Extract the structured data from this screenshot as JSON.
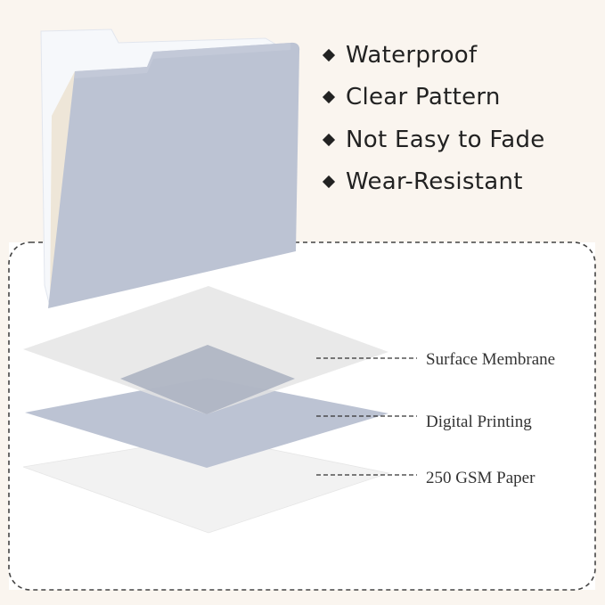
{
  "features": [
    {
      "label": "Waterproof"
    },
    {
      "label": "Clear Pattern"
    },
    {
      "label": "Not Easy to Fade"
    },
    {
      "label": "Wear-Resistant"
    }
  ],
  "layers": [
    {
      "label": "Surface Membrane"
    },
    {
      "label": "Digital Printing"
    },
    {
      "label": "250 GSM Paper"
    }
  ],
  "colors": {
    "background": "#faf5ef",
    "folder": "#bcc3d3",
    "printing_layer": "#bcc3d3",
    "membrane_layer": "#ececec",
    "paper_layer": "#f2f2f2",
    "dashed_border": "#444444"
  }
}
